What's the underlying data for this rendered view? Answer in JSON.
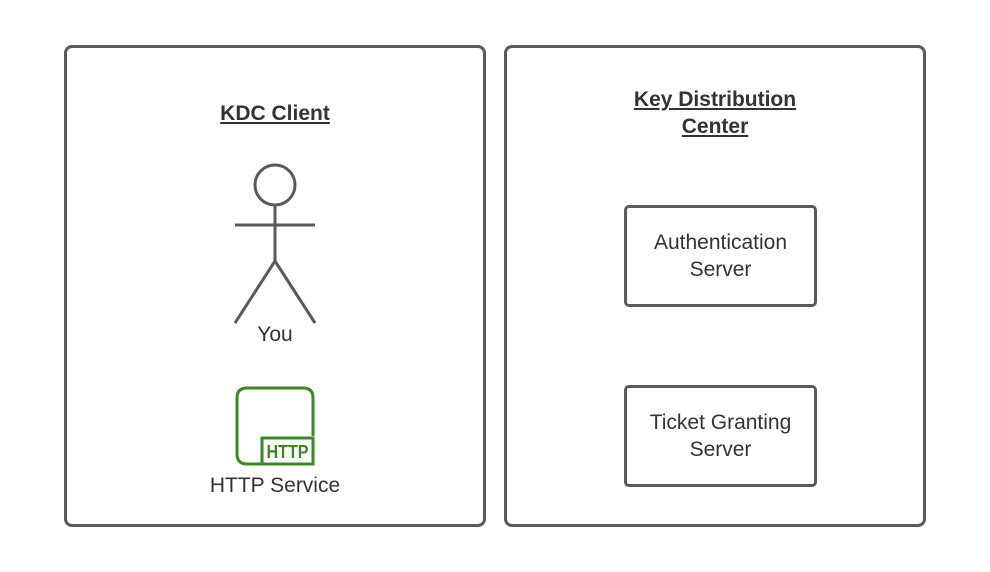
{
  "client_group": {
    "title": "KDC Client",
    "actor_label": "You",
    "service_label": "HTTP Service",
    "service_icon": "http-icon",
    "service_icon_text": "HTTP",
    "service_color": "#3f8624"
  },
  "kdc_group": {
    "title_line1": "Key Distribution",
    "title_line2": "Center",
    "servers": [
      {
        "line1": "Authentication",
        "line2": "Server"
      },
      {
        "line1": "Ticket Granting",
        "line2": "Server"
      }
    ]
  }
}
